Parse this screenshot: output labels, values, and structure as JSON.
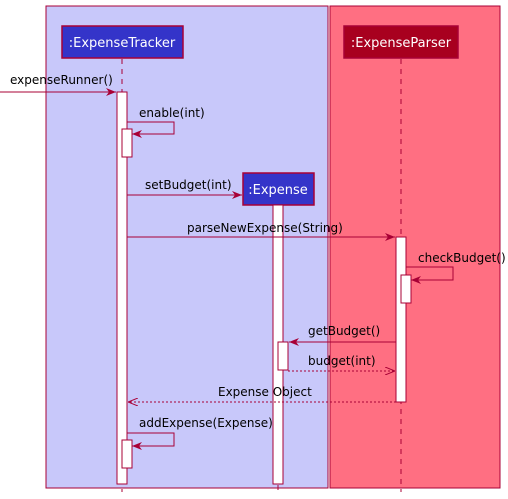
{
  "colors": {
    "left_box_fill": "#c8c8fa",
    "right_box_fill": "#ff6f82",
    "box_border": "#a80036",
    "tracker_header_fill": "#3434c9",
    "parser_header_fill": "#a8001f",
    "expense_header_fill": "#3434c9",
    "message_color": "#a80036",
    "activation_fill": "#ffffff"
  },
  "participants": {
    "tracker": ":ExpenseTracker",
    "expense": ":Expense",
    "parser": ":ExpenseParser"
  },
  "messages": [
    {
      "id": "m1",
      "label": "expenseRunner()",
      "style": "sync"
    },
    {
      "id": "m2",
      "label": "enable(int)",
      "style": "self"
    },
    {
      "id": "m3",
      "label": "setBudget(int)",
      "style": "create"
    },
    {
      "id": "m4",
      "label": "parseNewExpense(String)",
      "style": "sync"
    },
    {
      "id": "m5",
      "label": "checkBudget()",
      "style": "self"
    },
    {
      "id": "m6",
      "label": "getBudget()",
      "style": "sync"
    },
    {
      "id": "m7",
      "label": "budget(int)",
      "style": "return"
    },
    {
      "id": "m8",
      "label": "Expense Object",
      "style": "return"
    },
    {
      "id": "m9",
      "label": "addExpense(Expense)",
      "style": "self"
    }
  ]
}
